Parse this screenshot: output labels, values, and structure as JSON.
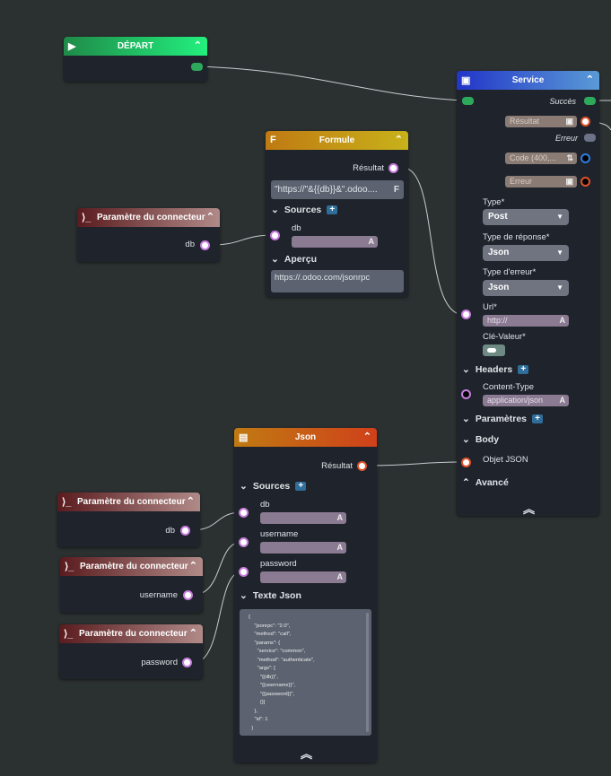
{
  "depart": {
    "title": "DÉPART"
  },
  "service": {
    "title": "Service",
    "succes": "Succès",
    "resultat": "Résultat",
    "erreur_out": "Erreur",
    "code": "Code (400,...",
    "erreur": "Erreur",
    "type_label": "Type*",
    "type_value": "Post",
    "type_reponse_label": "Type de réponse*",
    "type_reponse_value": "Json",
    "type_erreur_label": "Type d'erreur*",
    "type_erreur_value": "Json",
    "url_label": "Url*",
    "url_value": "http://",
    "cle_valeur_label": "Clé-Valeur*",
    "headers": "Headers",
    "content_type_label": "Content-Type",
    "content_type_value": "application/json",
    "parametres": "Paramètres",
    "body": "Body",
    "objet_json": "Objet JSON",
    "avance": "Avancé"
  },
  "formule": {
    "title": "Formule",
    "resultat": "Résultat",
    "formula": "\"https://\"&{{db}}&\".odoo....",
    "sources": "Sources",
    "db": "db",
    "apercu": "Aperçu",
    "apercu_value": "https://.odoo.com/jsonrpc"
  },
  "json": {
    "title": "Json",
    "resultat": "Résultat",
    "sources": "Sources",
    "fields": [
      "db",
      "username",
      "password"
    ],
    "texte_json": "Texte Json",
    "text": "{\n    \"jsonrpc\": \"2.0\",\n    \"method\": \"call\",\n    \"params\": {\n      \"service\": \"common\",\n      \"method\": \"authenticate\",\n      \"args\": [\n        \"{{db}}\",\n        \"{{username}}\",\n        \"{{password}}\",\n        {}]\n    },\n    \"id\": 1\n  }"
  },
  "params": [
    {
      "title": "Paramètre du connecteur",
      "output": "db"
    },
    {
      "title": "Paramètre du connecteur",
      "output": "db"
    },
    {
      "title": "Paramètre du connecteur",
      "output": "username"
    },
    {
      "title": "Paramètre du connecteur",
      "output": "password"
    }
  ]
}
